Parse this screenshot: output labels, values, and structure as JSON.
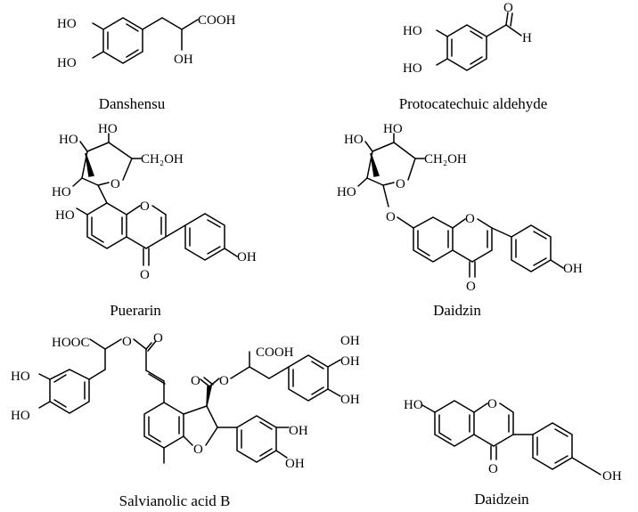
{
  "compounds": [
    {
      "name": "Danshensu",
      "labels": {
        "ho1": "HO",
        "ho2": "HO",
        "cooh": "COOH",
        "oh": "OH"
      }
    },
    {
      "name": "Protocatechuic aldehyde",
      "labels": {
        "ho1": "HO",
        "ho2": "HO",
        "o": "O",
        "h": "H"
      }
    },
    {
      "name": "Puerarin",
      "labels": {
        "ho1": "HO",
        "ho2": "HO",
        "ho3": "HO",
        "ho4": "HO",
        "ch2oh": "CH₂OH",
        "o_ring": "O",
        "o_pyr": "O",
        "o_keto": "O",
        "oh": "OH"
      }
    },
    {
      "name": "Daidzin",
      "labels": {
        "ho1": "HO",
        "ho2": "HO",
        "ho3": "HO",
        "ch2oh": "CH₂OH",
        "o_ring": "O",
        "o_link": "O",
        "o_pyr": "O",
        "o_keto": "O",
        "oh": "OH"
      }
    },
    {
      "name": "Salvianolic acid B",
      "labels": {
        "hooc": "HOOC",
        "o1": "O",
        "o2": "O",
        "ho1": "HO",
        "ho2": "HO",
        "o3": "O",
        "o4": "O",
        "cooh": "COOH",
        "oh1": "OH",
        "oh2": "OH",
        "oh3": "OH",
        "oh4": "OH",
        "o_furan": "O",
        "oh5": "OH"
      }
    },
    {
      "name": "Daidzein",
      "labels": {
        "ho": "HO",
        "o_pyr": "O",
        "o_keto": "O",
        "oh": "OH"
      }
    }
  ]
}
